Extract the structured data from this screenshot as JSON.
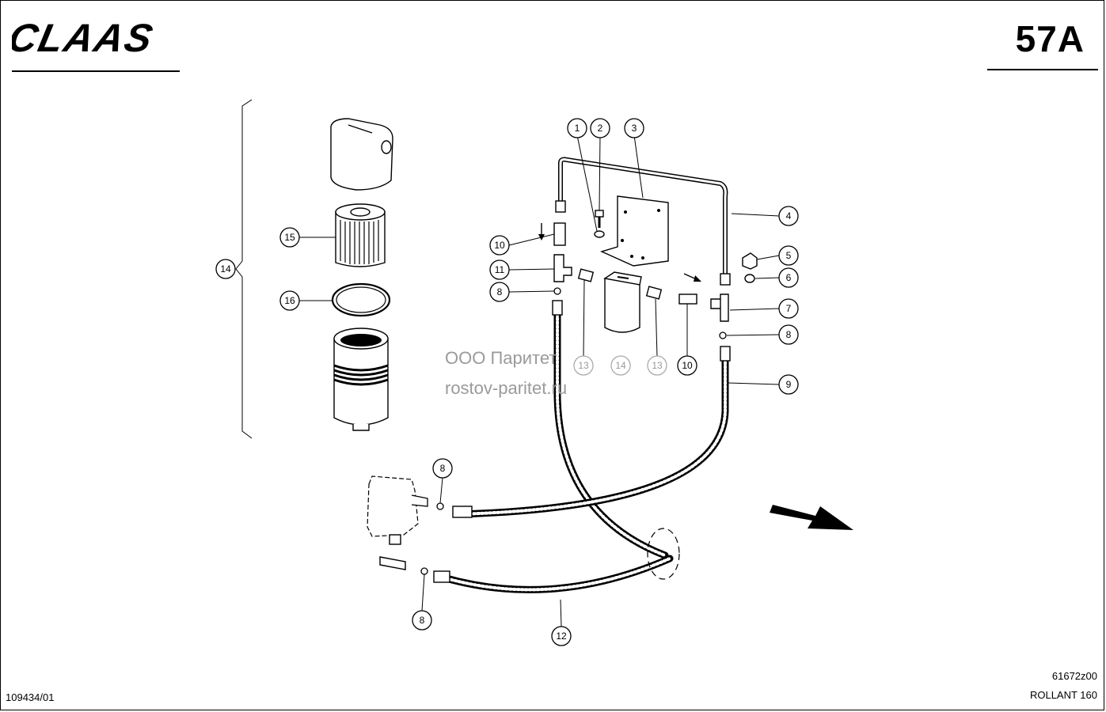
{
  "header": {
    "brand": "CLAAS",
    "sheet": "57A"
  },
  "footer": {
    "doc_number": "109434/01",
    "drawing_number": "61672z00",
    "model": "ROLLANT 160"
  },
  "watermark": {
    "line1": "ООО Паритет",
    "line2": "rostov-paritet.ru"
  },
  "callouts": [
    {
      "label": "1"
    },
    {
      "label": "2"
    },
    {
      "label": "3"
    },
    {
      "label": "4"
    },
    {
      "label": "5"
    },
    {
      "label": "6"
    },
    {
      "label": "7"
    },
    {
      "label": "8"
    },
    {
      "label": "8"
    },
    {
      "label": "8"
    },
    {
      "label": "8"
    },
    {
      "label": "9"
    },
    {
      "label": "10"
    },
    {
      "label": "10"
    },
    {
      "label": "11"
    },
    {
      "label": "12"
    },
    {
      "label": "13"
    },
    {
      "label": "13"
    },
    {
      "label": "14"
    },
    {
      "label": "14"
    },
    {
      "label": "15"
    },
    {
      "label": "16"
    }
  ]
}
